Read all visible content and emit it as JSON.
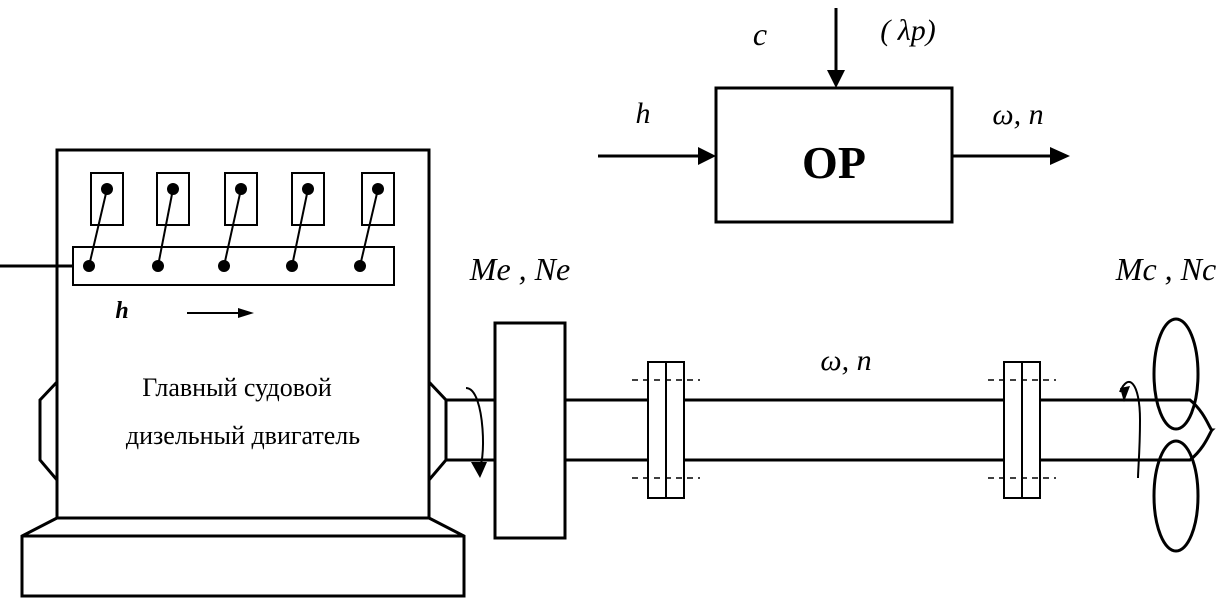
{
  "block": {
    "label": "ОР",
    "input_top": "c",
    "input_top_param": "( λp)",
    "input_left": "h",
    "output_right": "ω, n"
  },
  "engine": {
    "caption_line1": "Главный судовой",
    "caption_line2": "дизельный двигатель",
    "rack_label": "h"
  },
  "shaft": {
    "engine_torque": "Me , Ne",
    "propeller_torque": "Mc , Nc",
    "shaft_speed": "ω, n"
  }
}
